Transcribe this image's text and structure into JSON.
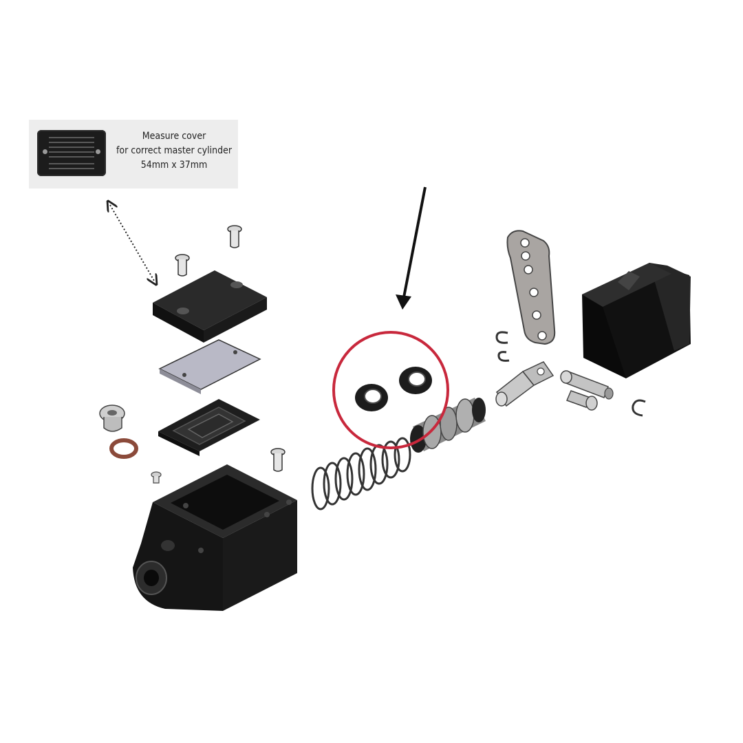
{
  "callout": {
    "line1": "Measure cover",
    "line2": "for correct master cylinder",
    "line3": "54mm x 37mm"
  },
  "colors": {
    "highlight_ring": "#c8283c",
    "part_dark": "#1e1e1e",
    "part_metal": "#b8b8b8",
    "gasket": "#9a9aaa",
    "copper_washer": "#8b4a3a",
    "callout_bg": "#ededed"
  }
}
